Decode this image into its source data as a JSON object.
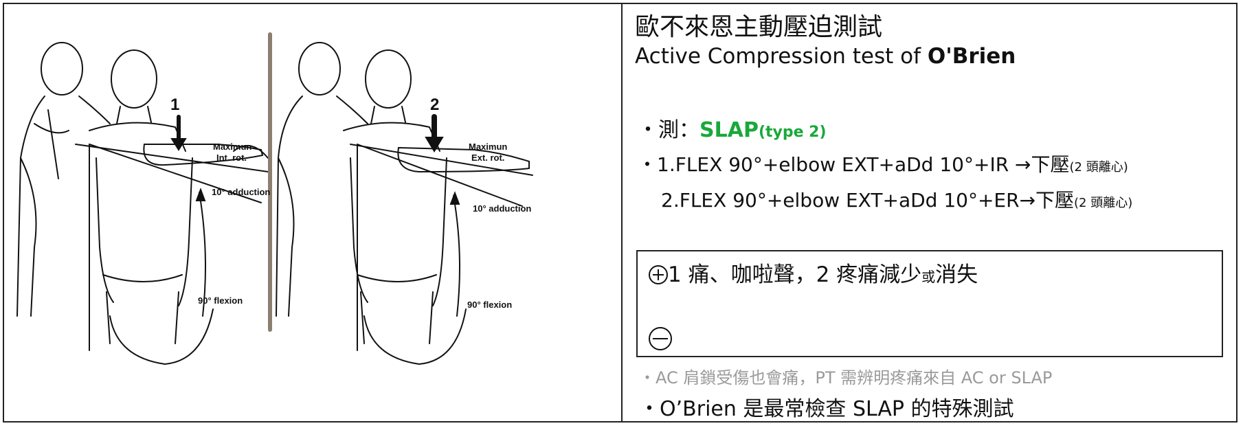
{
  "title_zh": "歐不來恩主動壓迫測試",
  "title_en": "Active Compression test of ",
  "title_en_bold": "O'Brien",
  "test_line": {
    "bullet": "・",
    "label": "測：",
    "value": "SLAP",
    "value_small": "(type 2)"
  },
  "step1": {
    "bullet": "・",
    "text": "1.FLEX 90°+elbow EXT+aDd 10°+IR →下壓",
    "note": "(2 頭離心)"
  },
  "step2": {
    "text": "2.FLEX 90°+elbow EXT+aDd 10°+ER→下壓",
    "note": "(2 頭離心)"
  },
  "positive": {
    "text": "1 痛、咖啦聲，2 疼痛減少",
    "small": "或",
    "tail": "消失"
  },
  "note_ac": "・AC 肩鎖受傷也會痛，PT 需辨明疼痛來自 AC or SLAP",
  "note_obrien": "・O’Brien 是最常檢查 SLAP 的特殊測試",
  "figure": {
    "panel1": {
      "number": "1",
      "rot_line1": "Maximun",
      "rot_line2": "Int. rot.",
      "adduction": "10° adduction",
      "flexion": "90° flexion"
    },
    "panel2": {
      "number": "2",
      "rot_line1": "Maximun",
      "rot_line2": "Ext. rot.",
      "adduction": "10° adduction",
      "flexion": "90° flexion"
    }
  },
  "colors": {
    "accent_green": "#1aa83a",
    "grey_text": "#9a9a9a",
    "border": "#222222"
  }
}
